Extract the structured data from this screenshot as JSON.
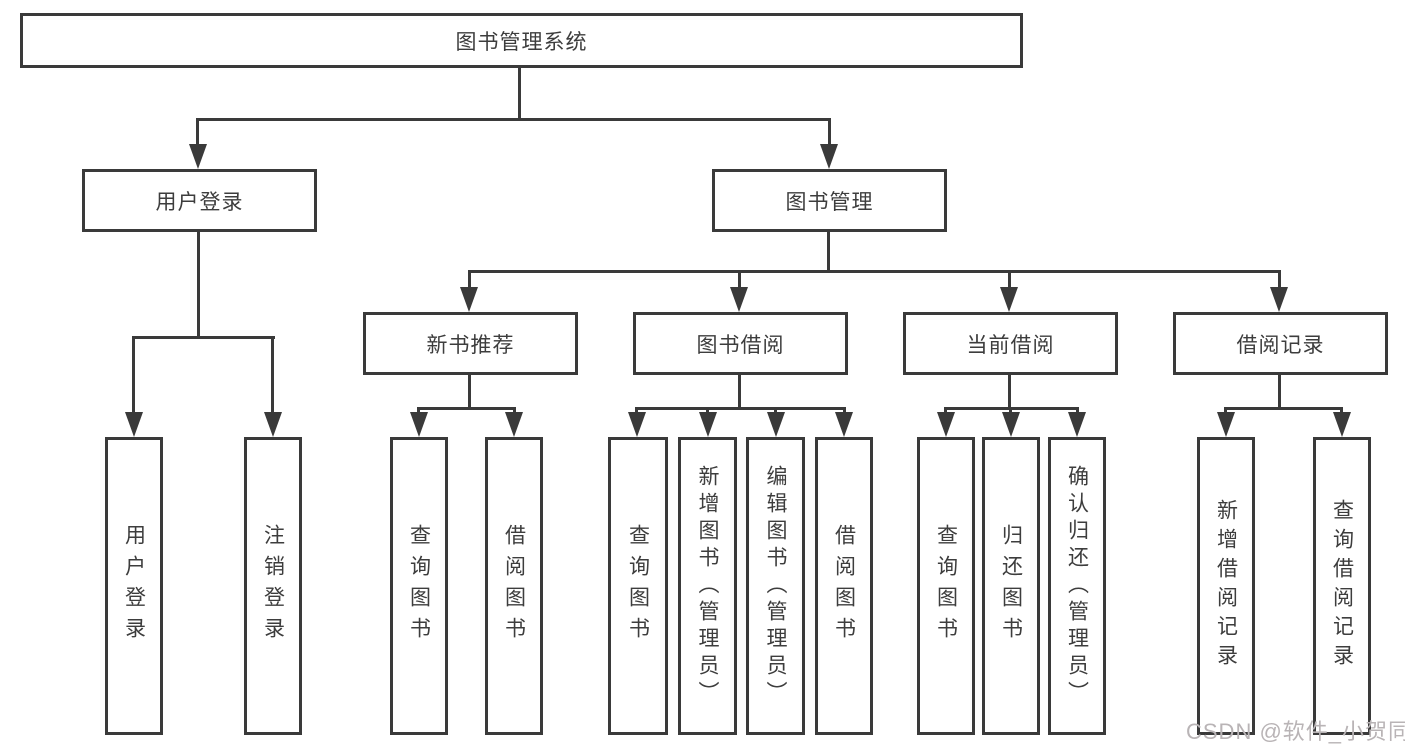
{
  "tree": {
    "root": {
      "label": "图书管理系统"
    },
    "children": [
      {
        "label": "用户登录",
        "children": [
          {
            "label": "用户登录"
          },
          {
            "label": "注销登录"
          }
        ]
      },
      {
        "label": "图书管理",
        "children": [
          {
            "label": "新书推荐",
            "children": [
              {
                "label": "查询图书"
              },
              {
                "label": "借阅图书"
              }
            ]
          },
          {
            "label": "图书借阅",
            "children": [
              {
                "label": "查询图书"
              },
              {
                "label": "新增图书（管理员）"
              },
              {
                "label": "编辑图书（管理员）"
              },
              {
                "label": "借阅图书"
              }
            ]
          },
          {
            "label": "当前借阅",
            "children": [
              {
                "label": "查询图书"
              },
              {
                "label": "归还图书"
              },
              {
                "label": "确认归还（管理员）"
              }
            ]
          },
          {
            "label": "借阅记录",
            "children": [
              {
                "label": "新增借阅记录"
              },
              {
                "label": "查询借阅记录"
              }
            ]
          }
        ]
      }
    ]
  },
  "watermark": {
    "text": "CSDN @软件_小贺同学"
  },
  "colors": {
    "line": "#3a3a3a",
    "text": "#3d3d3d",
    "watermark": "#b9b4b6"
  }
}
